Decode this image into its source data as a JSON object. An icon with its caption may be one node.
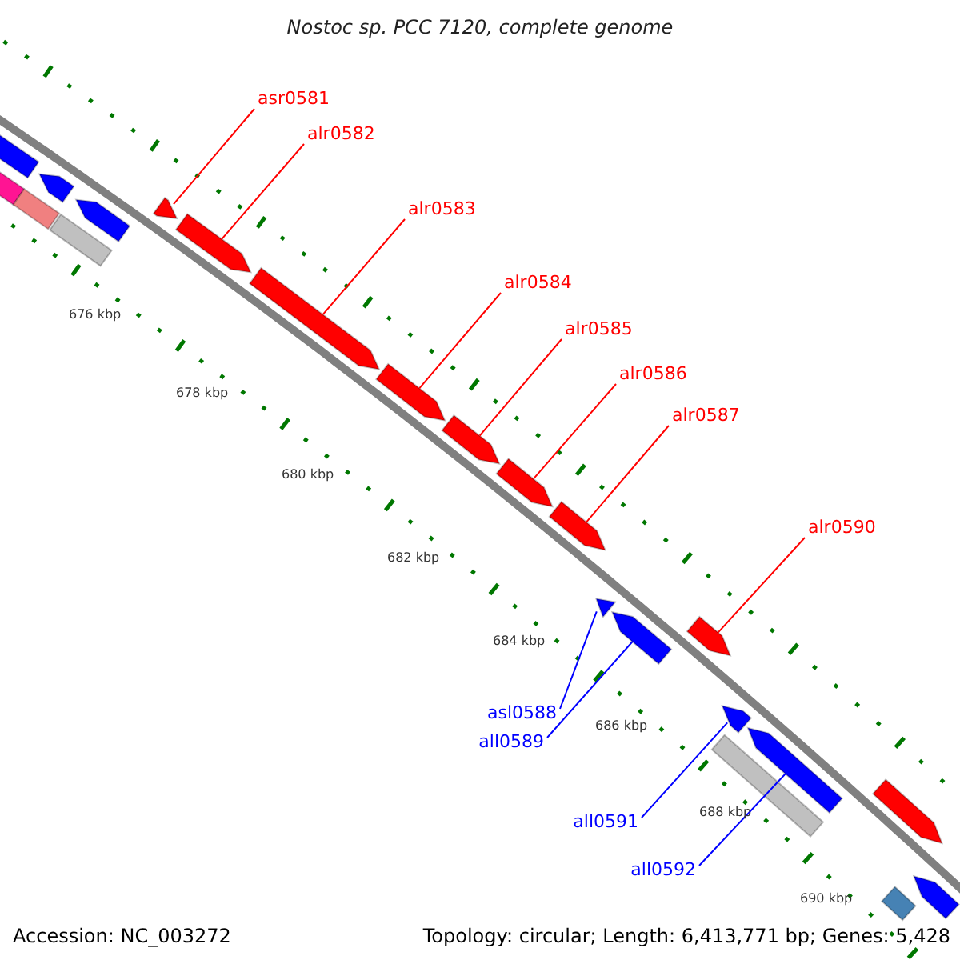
{
  "diagram": {
    "title": "Nostoc sp. PCC 7120, complete genome",
    "nodes": [
      {
        "text": [
          "asr0581"
        ]
      },
      {
        "text": [
          "alr0582"
        ]
      },
      {
        "text": [
          "alr0583"
        ]
      },
      {
        "text": [
          "alr0584"
        ]
      },
      {
        "text": [
          "alr0585"
        ]
      },
      {
        "text": [
          "alr0586"
        ]
      },
      {
        "text": [
          "alr0587"
        ]
      },
      {
        "text": [
          "alr0590"
        ]
      },
      {
        "text": [
          "asl0588"
        ]
      },
      {
        "text": [
          "all0589"
        ]
      },
      {
        "text": [
          "all0591"
        ]
      },
      {
        "text": [
          "all0592"
        ]
      },
      {
        "text": [],
        "shape": "arrow"
      },
      {
        "text": [],
        "shape": "arrow"
      },
      {
        "text": [],
        "shape": "arrow"
      },
      {
        "text": [],
        "shape": "arrow"
      },
      {
        "text": [],
        "shape": "arrow"
      },
      {
        "text": [],
        "shape": "arrow"
      },
      {
        "text": [],
        "shape": "arrow"
      },
      {
        "text": [],
        "shape": "arrow"
      },
      {
        "text": [],
        "shape": "arrow"
      },
      {
        "text": [],
        "shape": "arrow"
      },
      {
        "text": [],
        "shape": "arrow"
      },
      {
        "text": [],
        "shape": "arrow"
      },
      {
        "text": [],
        "shape": "arrow"
      },
      {
        "text": [],
        "shape": "arrow"
      },
      {
        "text": [],
        "shape": "arrow"
      },
      {
        "text": [],
        "shape": "arrow"
      },
      {
        "text": [],
        "shape": "arrow"
      },
      {
        "text": [],
        "shape": "arrow"
      },
      {
        "text": [],
        "shape": "arrow"
      },
      {
        "text": [],
        "shape": "arrow"
      },
      {
        "text": [],
        "shape": "arrow"
      },
      {
        "text": [],
        "shape": "arrow"
      }
    ],
    "edges": [
      {
        "from": 0,
        "to": 18,
        "arrow": "none"
      },
      {
        "from": 1,
        "to": 19,
        "arrow": "none"
      },
      {
        "from": 2,
        "to": 20,
        "arrow": "none"
      },
      {
        "from": 3,
        "to": 21,
        "arrow": "none"
      },
      {
        "from": 4,
        "to": 22,
        "arrow": "none"
      },
      {
        "from": 5,
        "to": 23,
        "arrow": "none"
      },
      {
        "from": 6,
        "to": 24,
        "arrow": "none"
      },
      {
        "from": 7,
        "to": 27,
        "arrow": "none"
      },
      {
        "from": 8,
        "to": 25,
        "arrow": "none",
        "color": "#0000ff"
      },
      {
        "from": 9,
        "to": 26,
        "arrow": "none",
        "color": "#0000ff"
      },
      {
        "from": 10,
        "to": 29,
        "arrow": "none",
        "color": "#0000ff"
      },
      {
        "from": 11,
        "to": 30,
        "arrow": "none",
        "color": "#0000ff"
      }
    ],
    "labels": [
      "676 kbp",
      "678 kbp",
      "680 kbp",
      "682 kbp",
      "684 kbp",
      "686 kbp",
      "688 kbp",
      "690 kbp",
      "Accession: NC_003272",
      "Topology: circular; Length: 6,413,771 bp; Genes: 5,428"
    ]
  }
}
